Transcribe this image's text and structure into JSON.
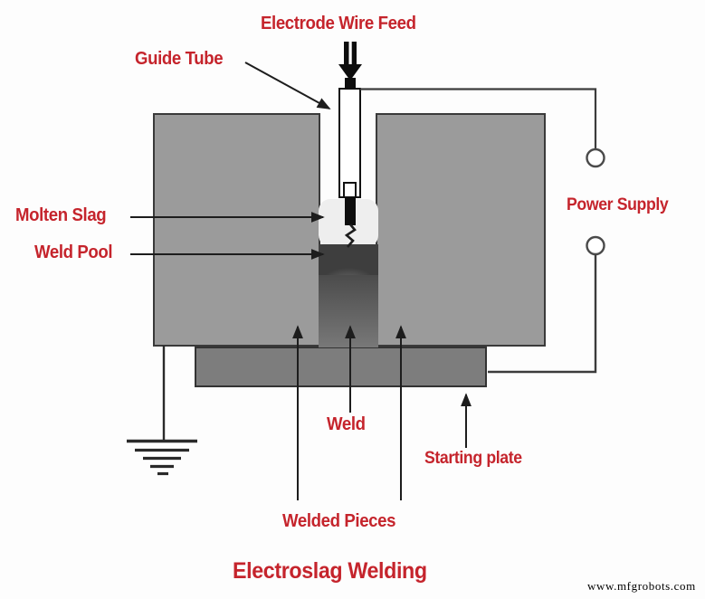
{
  "diagram": {
    "title": "Electroslag Welding",
    "watermark": "www.mfgrobots.com",
    "labels": {
      "electrode_wire_feed": "Electrode Wire Feed",
      "guide_tube": "Guide Tube",
      "molten_slag": "Molten Slag",
      "weld_pool": "Weld Pool",
      "power_supply": "Power Supply",
      "weld": "Weld",
      "starting_plate": "Starting plate",
      "welded_pieces": "Welded Pieces"
    },
    "colors": {
      "label_red": "#c5242c",
      "block_gray": "#9b9b9b",
      "plate_gray": "#7d7d7d",
      "slag_light": "#eeeeee",
      "pool_dark": "#3e3e3e",
      "line_dark": "#1d1d1d"
    }
  }
}
